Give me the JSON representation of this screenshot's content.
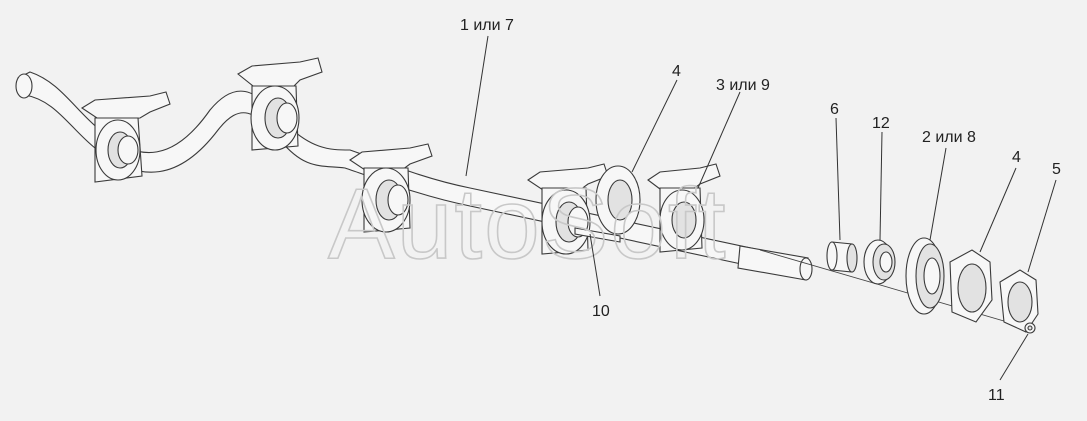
{
  "diagram": {
    "watermark": "AutoSoft",
    "callouts": {
      "c_1_7": "1 или 7",
      "c_4_top": "4",
      "c_3_9": "3 или 9",
      "c_6": "6",
      "c_12": "12",
      "c_2_8": "2 или 8",
      "c_4_right": "4",
      "c_5": "5",
      "c_10": "10",
      "c_11": "11"
    }
  }
}
